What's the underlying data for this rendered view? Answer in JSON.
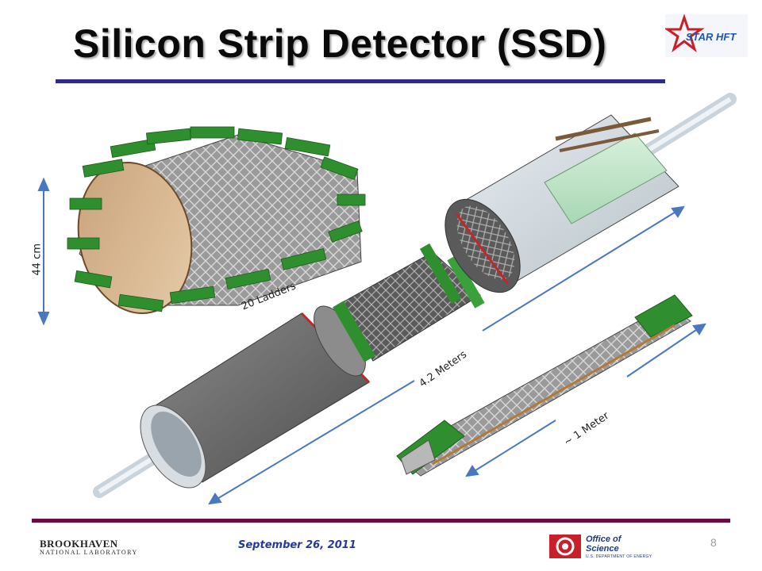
{
  "slide": {
    "title": "Silicon Strip Detector (SSD)",
    "page_number": "8"
  },
  "labels": {
    "height": "44 cm",
    "ladders": "20 Ladders",
    "length": "4.2 Meters",
    "ladder_length": "~ 1 Meter"
  },
  "footer": {
    "date": "September 26, 2011",
    "lab_name": "BROOKHAVEN",
    "lab_subtitle": "NATIONAL LABORATORY",
    "office_line1": "Office of",
    "office_line2": "Science",
    "office_line3": "U.S. DEPARTMENT OF ENERGY"
  },
  "logos": {
    "experiment_logo": "STAR HFT"
  },
  "colors": {
    "title_rule": "#2d2a8a",
    "bottom_rule": "#6a0c40",
    "arrow": "#4a78c0",
    "ladder_green": "#2f8f2f",
    "tube_gray": "#6a6a6a",
    "date_text": "#223a99"
  }
}
